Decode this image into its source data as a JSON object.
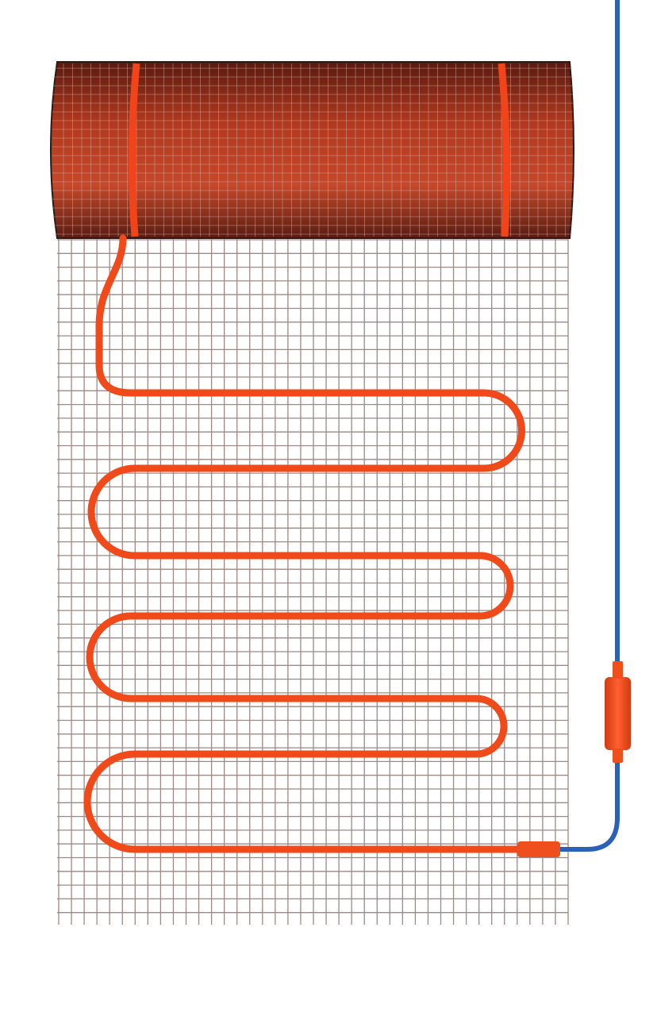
{
  "scene": {
    "subject": "heating-mat",
    "colors": {
      "background": "#ffffff",
      "roll": "#a8321c",
      "roll_band": "#f2441a",
      "mesh": "#9c8a86",
      "heating_cable": "#f04a1a",
      "cold_lead": "#2a62b8",
      "connector": "#ef4f1c"
    },
    "icons": [
      "heating-cable",
      "mesh-grid",
      "mat-roll",
      "connector-sleeve",
      "power-lead"
    ]
  }
}
